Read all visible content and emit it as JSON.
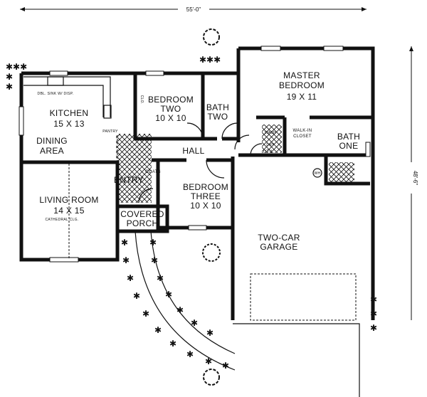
{
  "dimensions": {
    "width": "55'-0\"",
    "depth": "48'-6\""
  },
  "rooms": {
    "kitchen": {
      "name": "KITCHEN",
      "size": "15 X 13"
    },
    "dining": {
      "line1": "DINING",
      "line2": "AREA"
    },
    "living": {
      "name": "LIVING ROOM",
      "size": "14 X 15",
      "note": "CATHEDRAL CLG."
    },
    "bedroom_two": {
      "line1": "BEDROOM",
      "line2": "TWO",
      "size": "10 X 10"
    },
    "bath_two": {
      "line1": "BATH",
      "line2": "TWO"
    },
    "hall": {
      "name": "HALL"
    },
    "coats": {
      "name": "COATS"
    },
    "entry": {
      "name": "ENTRY"
    },
    "bedroom_three": {
      "line1": "BEDROOM",
      "line2": "THREE",
      "size": "10 X 10"
    },
    "covered_porch": {
      "line1": "COVERED",
      "line2": "PORCH"
    },
    "master": {
      "line1": "MASTER",
      "line2": "BEDROOM",
      "size": "19 X 11"
    },
    "util": {
      "name": "UTIL."
    },
    "walk_in": {
      "line1": "WALK-IN",
      "line2": "CLOSET"
    },
    "bath_one": {
      "line1": "BATH",
      "line2": "ONE"
    },
    "garage": {
      "line1": "TWO-CAR",
      "line2": "GARAGE"
    }
  },
  "fixtures": {
    "sink": "DBL. SINK W/ DISP.",
    "pantry": "PANTRY",
    "clo": "CLO.",
    "wash": "WASH",
    "dry": "DRY",
    "wh": "WH"
  }
}
